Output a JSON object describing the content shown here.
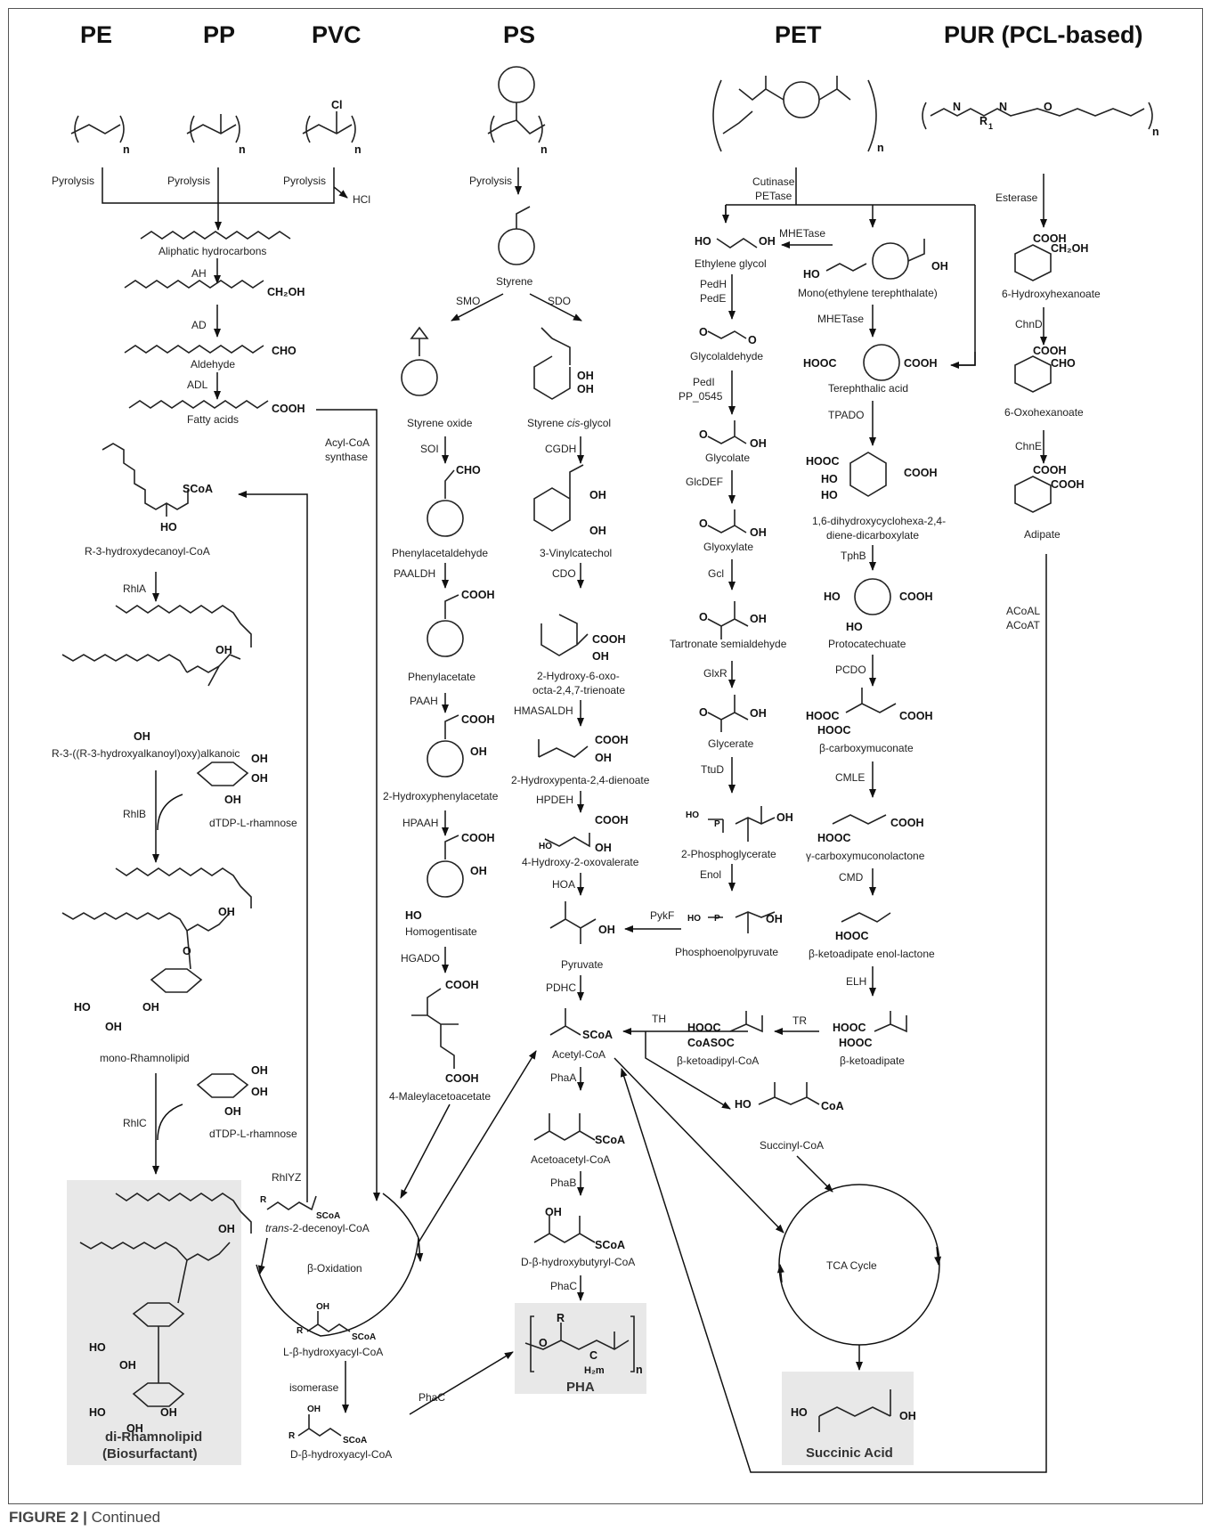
{
  "headers": {
    "pe": "PE",
    "pp": "PP",
    "pvc": "PVC",
    "ps": "PS",
    "pet": "PET",
    "pur": "PUR (PCL-based)"
  },
  "formula_labels": {
    "n": "n",
    "cl": "Cl",
    "hcl": "HCl",
    "r1": "R",
    "r1_sub": "1",
    "nitrogen": "N",
    "oxygen": "O"
  },
  "left": {
    "pyrolysis": "Pyrolysis",
    "aliphatic": "Aliphatic hydrocarbons",
    "ah": "AH",
    "ch2oh": "CH₂OH",
    "ad": "AD",
    "cho": "CHO",
    "aldehyde": "Aldehyde",
    "adl": "ADL",
    "cooh": "COOH",
    "fatty": "Fatty acids",
    "acyl_coa_synthase": "Acyl-CoA synthase",
    "scoa": "SCoA",
    "ho": "HO",
    "oh": "OH",
    "o": "O",
    "r3hd": "R-3-hydroxydecanoyl-CoA",
    "rhla": "RhlA",
    "haa": "R-3-((R-3-hydroxyalkanoyl)oxy)alkanoic",
    "rhlb": "RhlB",
    "dtdp": "dTDP-L-rhamnose",
    "mono": "mono-Rhamnolipid",
    "rhlc": "RhlC",
    "di1": "di-Rhamnolipid",
    "di2": "(Biosurfactant)",
    "rhlyz": "RhlYZ",
    "r": "R"
  },
  "beta": {
    "trans_pre": "trans",
    "trans_post": "-2-decenoyl-CoA",
    "center": "β-Oxidation",
    "lbh": "L-β-hydroxyacyl-CoA",
    "isomerase": "isomerase",
    "dbh": "D-β-hydroxyacyl-CoA",
    "phac": "PhaC"
  },
  "ps": {
    "styrene": "Styrene",
    "smo": "SMO",
    "sdo": "SDO",
    "styrene_oxide": "Styrene oxide",
    "glycol_pre": "Styrene ",
    "glycol_it": "cis",
    "glycol_post": "-glycol",
    "soi": "SOI",
    "cgdh": "CGDH",
    "phenylacetaldehyde": "Phenylacetaldehyde",
    "vinylcatechol": "3-Vinylcatechol",
    "paaldh": "PAALDH",
    "cdo": "CDO",
    "phenylacetate": "Phenylacetate",
    "hoot1": "2-Hydroxy-6-oxo-",
    "hoot2": "octa-2,4,7-trienoate",
    "paah": "PAAH",
    "hmasaldh": "HMASALDH",
    "hpa": "2-Hydroxyphenylacetate",
    "hpd": "2-Hydroxypenta-2,4-dienoate",
    "hpaah": "HPAAH",
    "hpdeh": "HPDEH",
    "hov": "4-Hydroxy-2-oxovalerate",
    "homogentisate": "Homogentisate",
    "hoa": "HOA",
    "pyruvate": "Pyruvate",
    "hgado": "HGADO",
    "pykf": "PykF",
    "pdhc": "PDHC",
    "maa": "4-Maleylacetoacetate",
    "acetyl": "Acetyl-CoA",
    "phaa": "PhaA",
    "acetoacetyl": "Acetoacetyl-CoA",
    "phab": "PhaB",
    "dbhb": "D-β-hydroxybutyryl-CoA",
    "phac": "PhaC",
    "pha": "PHA",
    "h2m": "H₂m",
    "c": "C"
  },
  "pet": {
    "cutinase": "Cutinase",
    "petase": "PETase",
    "mhetase1": "MHETase",
    "mhetase2": "MHETase",
    "eg": "Ethylene glycol",
    "mhet": "Mono(ethylene terephthalate)",
    "pedh": "PedH",
    "pede": "PedE",
    "glycolaldehyde": "Glycolaldehyde",
    "pedi": "PedI",
    "pp0545": "PP_0545",
    "ta": "Terephthalic acid",
    "tpado": "TPADO",
    "glycolate": "Glycolate",
    "glcdef": "GlcDEF",
    "dcd1": "1,6-dihydroxycyclohexa-2,4-",
    "dcd2": "diene-dicarboxylate",
    "glyoxylate": "Glyoxylate",
    "tphb": "TphB",
    "gcl": "Gcl",
    "protocatechuate": "Protocatechuate",
    "tartronate": "Tartronate semialdehyde",
    "pcdo": "PCDO",
    "glxr": "GlxR",
    "bcm": "β-carboxymuconate",
    "glycerate": "Glycerate",
    "cmle": "CMLE",
    "ttud": "TtuD",
    "gcml": "γ-carboxymuconolactone",
    "pg": "2-Phosphoglycerate",
    "cmd": "CMD",
    "enol": "Enol",
    "bkael": "β-ketoadipate enol-lactone",
    "pep": "Phosphoenolpyruvate",
    "elh": "ELH",
    "th": "TH",
    "tr": "TR",
    "bkacoa": "β-ketoadipyl-CoA",
    "bka": "β-ketoadipate",
    "succinyl": "Succinyl-CoA",
    "tca": "TCA Cycle",
    "succinic": "Succinic Acid",
    "hooc": "HOOC",
    "cooh": "COOH",
    "coasoc": "CoASOC",
    "coa": "CoA",
    "hop": "HO",
    "p": "P"
  },
  "pur": {
    "esterase": "Esterase",
    "hh": "6-Hydroxyhexanoate",
    "chnd": "ChnD",
    "oh6": "6-Oxohexanoate",
    "chne": "ChnE",
    "adipate": "Adipate",
    "acoal": "ACoAL",
    "acoat": "ACoAT"
  },
  "caption": {
    "fig": "FIGURE 2 |",
    "text": " Continued"
  }
}
